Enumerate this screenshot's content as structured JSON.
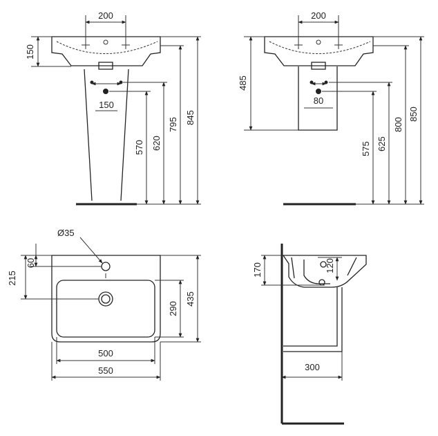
{
  "views": {
    "pedestal_front": {
      "tap_spacing": "200",
      "basin_depth": "150",
      "fixing_spacing": "150",
      "waste_height": "570",
      "supply_height": "620",
      "fixing_height": "795",
      "rim_height": "845"
    },
    "semi_pedestal_front": {
      "tap_spacing": "200",
      "basin_depth": "485",
      "fixing_spacing": "80",
      "waste_height": "575",
      "supply_height": "625",
      "fixing_height": "800",
      "rim_height": "850"
    },
    "plan": {
      "hole_diameter": "Ø35",
      "hole_offset": "60",
      "waste_offset": "215",
      "bowl_depth": "290",
      "total_depth": "435",
      "bowl_width": "500",
      "total_width": "550"
    },
    "side": {
      "basin_height": "170",
      "bowl_height": "120",
      "projection": "300"
    }
  }
}
